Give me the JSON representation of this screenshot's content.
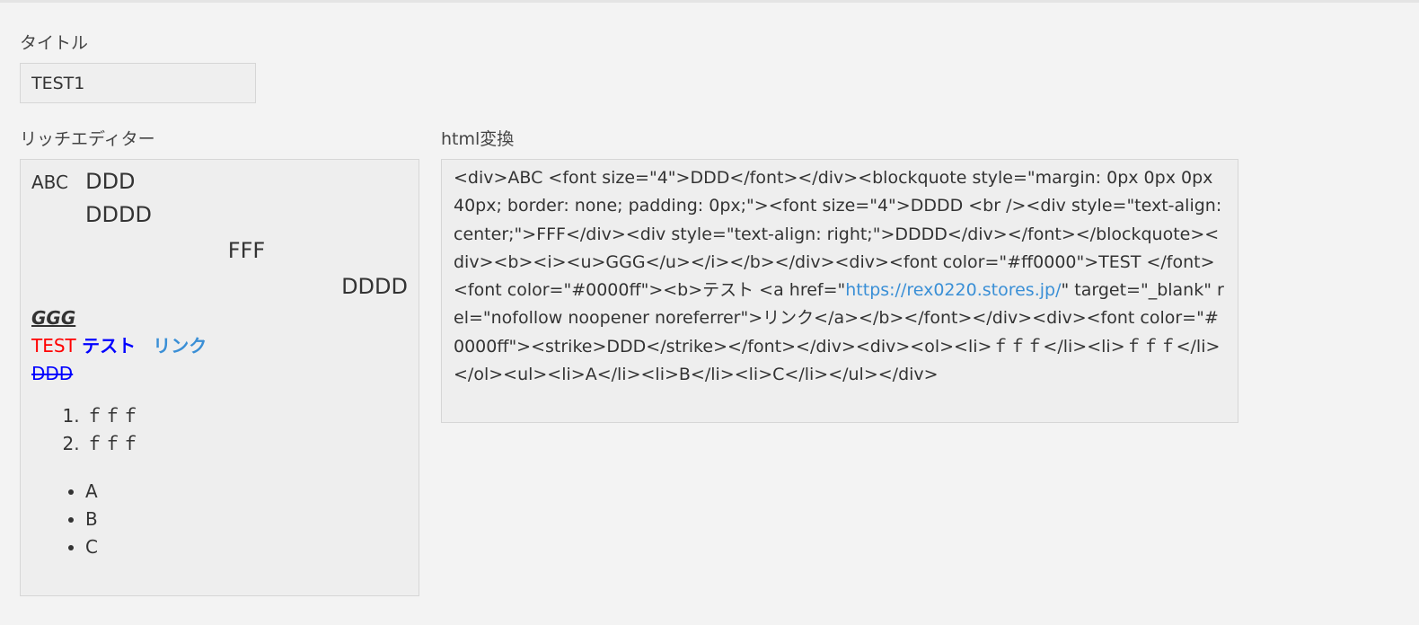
{
  "labels": {
    "title": "タイトル",
    "editor": "リッチエディター",
    "html": "html変換"
  },
  "title_input": {
    "value": "TEST1"
  },
  "editor": {
    "line1_small": "ABC",
    "line1_big": "DDD",
    "quote_line1": "DDDD",
    "quote_center": "FFF",
    "quote_right": "DDDD",
    "bold_italic_underline": "GGG",
    "red_text": "TEST",
    "blue_bold_text": "テスト",
    "link_text": "リンク",
    "strike_text": "DDD",
    "ordered_items": [
      "ｆｆｆ",
      "ｆｆｆ"
    ],
    "unordered_items": [
      "A",
      "B",
      "C"
    ]
  },
  "html_output": {
    "part1": "<div>ABC   <font size=\"4\">DDD</font></div><blockquote style=\"margin: 0px 0px 0px 40px; border: none; padding: 0px;\"><font size=\"4\">DDDD   <br /><div style=\"text-align: center;\">FFF</div><div style=\"text-align: right;\">DDDD</div></font></blockquote><div><b><i><u>GGG</u></i></b></div><div><font color=\"#ff0000\">TEST </font><font color=\"#0000ff\"><b>テスト   <a href=\"",
    "url": "https://rex0220.stores.jp/",
    "part2": "\" target=\"_blank\" rel=\"nofollow noopener noreferrer\">リンク</a></b></font></div><div><font color=\"#0000ff\"><strike>DDD</strike></font></div><div><ol><li>ｆｆｆ</li><li>ｆｆｆ</li></ol><ul><li>A</li><li>B</li><li>C</li></ul></div>"
  },
  "colors": {
    "background": "#f3f3f3",
    "field_background": "#eeeeee",
    "border": "#d6d6d6",
    "red": "#ff0000",
    "blue": "#0000ff",
    "link": "#3a8fd6"
  }
}
